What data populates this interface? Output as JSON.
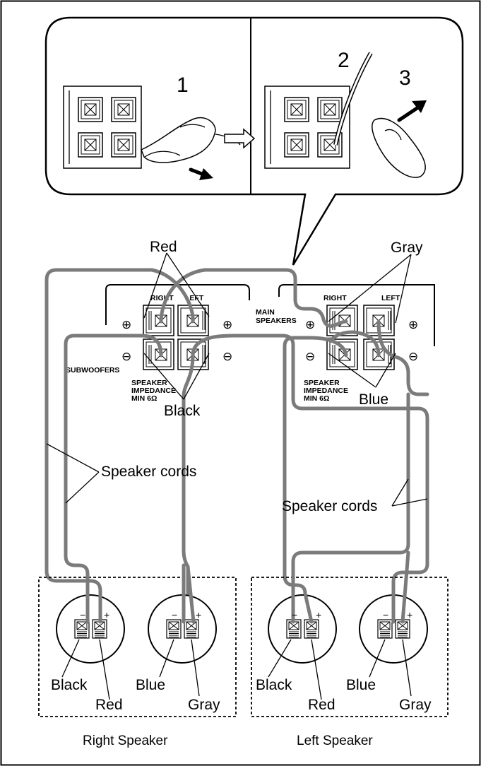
{
  "steps": [
    "1",
    "2",
    "3"
  ],
  "panel": {
    "main_speakers": "MAIN\nSPEAKERS",
    "subwoofers": "SUBWOOFERS",
    "impedance": "SPEAKER\nIMPEDANCE\nMIN 6Ω",
    "right": "RIGHT",
    "left": "LEFT",
    "plus": "⊕",
    "minus": "⊖"
  },
  "callouts": {
    "red": "Red",
    "gray": "Gray",
    "black": "Black",
    "blue": "Blue",
    "cords_left": "Speaker cords",
    "cords_right": "Speaker cords"
  },
  "speakers": [
    {
      "name": "Right Speaker",
      "labels": [
        "Black",
        "Red",
        "Blue",
        "Gray"
      ]
    },
    {
      "name": "Left Speaker",
      "labels": [
        "Black",
        "Red",
        "Blue",
        "Gray"
      ]
    }
  ],
  "terminal_signs": {
    "minus": "−",
    "plus": "+"
  }
}
